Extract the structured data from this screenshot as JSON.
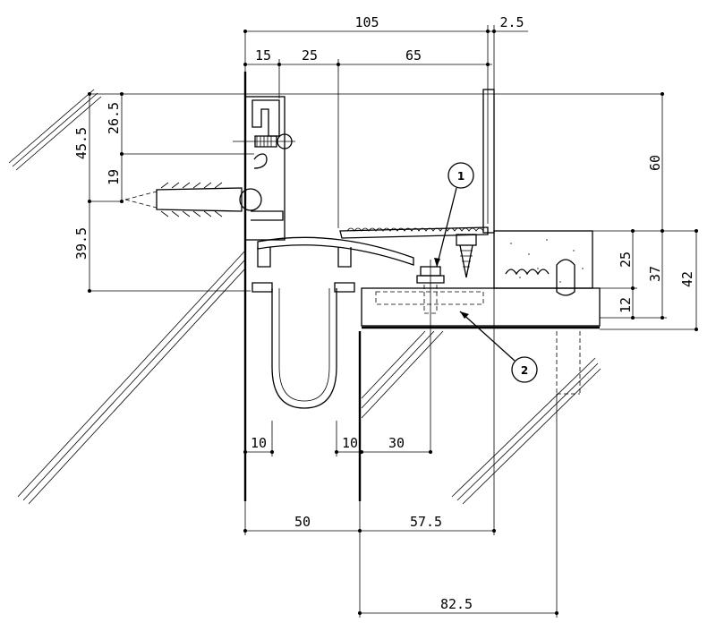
{
  "dimensions": {
    "top_105": "105",
    "top_2_5": "2.5",
    "top_15": "15",
    "top_25": "25",
    "top_65": "65",
    "left_26_5": "26.5",
    "left_45_5": "45.5",
    "left_19": "19",
    "left_39_5": "39.5",
    "right_60": "60",
    "right_25": "25",
    "right_37": "37",
    "right_42": "42",
    "right_12": "12",
    "mid_10a": "10",
    "mid_10b": "10",
    "mid_30": "30",
    "bottom_50": "50",
    "bottom_57_5": "57.5",
    "bottom_82_5": "82.5"
  },
  "callouts": {
    "one": "1",
    "two": "2"
  },
  "colors": {
    "line": "#000000",
    "background": "#ffffff"
  }
}
